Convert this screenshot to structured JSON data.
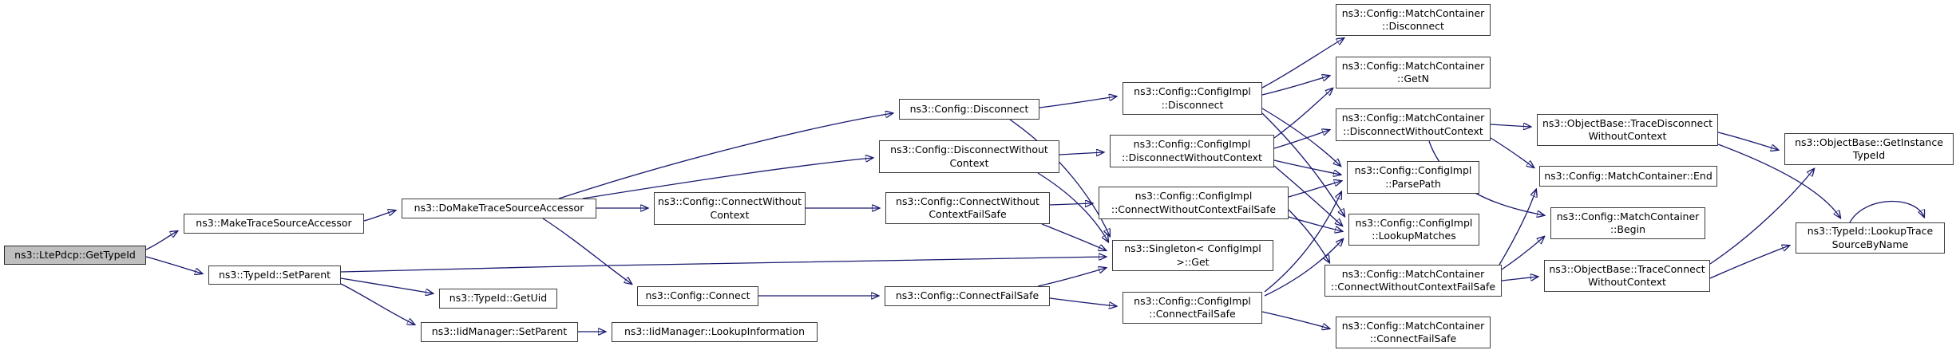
{
  "diagram": {
    "kind": "call-graph",
    "root_function": "ns3::LtePdcp::GetTypeId",
    "colors": {
      "background": "#ffffff",
      "node_fill": "#ffffff",
      "node_border": "#3d3d3d",
      "root_node_fill": "#bfbfbf",
      "edge": "#191970",
      "text": "#000000"
    },
    "nodes": [
      {
        "id": "lte-pdcp-get-type-id",
        "label": "ns3::LtePdcp::GetTypeId"
      },
      {
        "id": "make-trace-source-accessor",
        "label": "ns3::MakeTraceSourceAccessor"
      },
      {
        "id": "type-id-set-parent",
        "label": "ns3::TypeId::SetParent"
      },
      {
        "id": "do-make-trace-source-accessor",
        "label": "ns3::DoMakeTraceSourceAccessor"
      },
      {
        "id": "type-id-get-uid",
        "label": "ns3::TypeId::GetUid"
      },
      {
        "id": "iid-manager-set-parent",
        "label": "ns3::IidManager::SetParent"
      },
      {
        "id": "iid-manager-lookup-information",
        "label": "ns3::IidManager::LookupInformation"
      },
      {
        "id": "config-connect",
        "label": "ns3::Config::Connect"
      },
      {
        "id": "config-connect-without-context",
        "label": "ns3::Config::ConnectWithout\nContext"
      },
      {
        "id": "config-disconnect",
        "label": "ns3::Config::Disconnect"
      },
      {
        "id": "config-disconnect-without-context",
        "label": "ns3::Config::DisconnectWithout\nContext"
      },
      {
        "id": "config-connect-without-context-fail-safe",
        "label": "ns3::Config::ConnectWithout\nContextFailSafe"
      },
      {
        "id": "config-connect-fail-safe",
        "label": "ns3::Config::ConnectFailSafe"
      },
      {
        "id": "singleton-config-impl-get",
        "label": "ns3::Singleton< ConfigImpl\n>::Get"
      },
      {
        "id": "config-impl-disconnect",
        "label": "ns3::Config::ConfigImpl\n::Disconnect"
      },
      {
        "id": "config-impl-disconnect-without-context",
        "label": "ns3::Config::ConfigImpl\n::DisconnectWithoutContext"
      },
      {
        "id": "config-impl-connect-without-context-fail-safe",
        "label": "ns3::Config::ConfigImpl\n::ConnectWithoutContextFailSafe"
      },
      {
        "id": "config-impl-connect-fail-safe",
        "label": "ns3::Config::ConfigImpl\n::ConnectFailSafe"
      },
      {
        "id": "match-container-disconnect",
        "label": "ns3::Config::MatchContainer\n::Disconnect"
      },
      {
        "id": "match-container-get-n",
        "label": "ns3::Config::MatchContainer\n::GetN"
      },
      {
        "id": "match-container-disconnect-without-context",
        "label": "ns3::Config::MatchContainer\n::DisconnectWithoutContext"
      },
      {
        "id": "config-impl-parse-path",
        "label": "ns3::Config::ConfigImpl\n::ParsePath"
      },
      {
        "id": "config-impl-lookup-matches",
        "label": "ns3::Config::ConfigImpl\n::LookupMatches"
      },
      {
        "id": "match-container-connect-without-context-fail-safe",
        "label": "ns3::Config::MatchContainer\n::ConnectWithoutContextFailSafe"
      },
      {
        "id": "match-container-connect-fail-safe",
        "label": "ns3::Config::MatchContainer\n::ConnectFailSafe"
      },
      {
        "id": "object-base-trace-disconnect-without-context",
        "label": "ns3::ObjectBase::TraceDisconnect\nWithoutContext"
      },
      {
        "id": "match-container-end",
        "label": "ns3::Config::MatchContainer::End"
      },
      {
        "id": "match-container-begin",
        "label": "ns3::Config::MatchContainer\n::Begin"
      },
      {
        "id": "object-base-trace-connect-without-context",
        "label": "ns3::ObjectBase::TraceConnect\nWithoutContext"
      },
      {
        "id": "object-base-get-instance-type-id",
        "label": "ns3::ObjectBase::GetInstance\nTypeId"
      },
      {
        "id": "type-id-lookup-trace-source-by-name",
        "label": "ns3::TypeId::LookupTrace\nSourceByName"
      }
    ],
    "edges": [
      {
        "from": "lte-pdcp-get-type-id",
        "to": "make-trace-source-accessor"
      },
      {
        "from": "lte-pdcp-get-type-id",
        "to": "type-id-set-parent"
      },
      {
        "from": "make-trace-source-accessor",
        "to": "do-make-trace-source-accessor"
      },
      {
        "from": "do-make-trace-source-accessor",
        "to": "config-disconnect"
      },
      {
        "from": "do-make-trace-source-accessor",
        "to": "config-disconnect-without-context"
      },
      {
        "from": "do-make-trace-source-accessor",
        "to": "config-connect-without-context"
      },
      {
        "from": "do-make-trace-source-accessor",
        "to": "config-connect"
      },
      {
        "from": "config-connect-without-context",
        "to": "config-connect-without-context-fail-safe"
      },
      {
        "from": "config-connect",
        "to": "config-connect-fail-safe"
      },
      {
        "from": "config-disconnect",
        "to": "config-impl-disconnect"
      },
      {
        "from": "config-disconnect",
        "to": "singleton-config-impl-get"
      },
      {
        "from": "config-disconnect-without-context",
        "to": "config-impl-disconnect-without-context"
      },
      {
        "from": "config-disconnect-without-context",
        "to": "singleton-config-impl-get"
      },
      {
        "from": "config-connect-without-context-fail-safe",
        "to": "config-impl-connect-without-context-fail-safe"
      },
      {
        "from": "config-connect-without-context-fail-safe",
        "to": "singleton-config-impl-get"
      },
      {
        "from": "config-connect-fail-safe",
        "to": "config-impl-connect-fail-safe"
      },
      {
        "from": "config-connect-fail-safe",
        "to": "singleton-config-impl-get"
      },
      {
        "from": "type-id-set-parent",
        "to": "singleton-config-impl-get"
      },
      {
        "from": "type-id-set-parent",
        "to": "type-id-get-uid"
      },
      {
        "from": "type-id-set-parent",
        "to": "iid-manager-set-parent"
      },
      {
        "from": "iid-manager-set-parent",
        "to": "iid-manager-lookup-information"
      },
      {
        "from": "config-impl-disconnect",
        "to": "match-container-disconnect"
      },
      {
        "from": "config-impl-disconnect",
        "to": "match-container-get-n"
      },
      {
        "from": "config-impl-disconnect",
        "to": "config-impl-parse-path"
      },
      {
        "from": "config-impl-disconnect",
        "to": "config-impl-lookup-matches"
      },
      {
        "from": "config-impl-disconnect-without-context",
        "to": "match-container-disconnect-without-context"
      },
      {
        "from": "config-impl-disconnect-without-context",
        "to": "match-container-get-n"
      },
      {
        "from": "config-impl-disconnect-without-context",
        "to": "config-impl-parse-path"
      },
      {
        "from": "config-impl-disconnect-without-context",
        "to": "config-impl-lookup-matches"
      },
      {
        "from": "config-impl-connect-without-context-fail-safe",
        "to": "match-container-connect-without-context-fail-safe"
      },
      {
        "from": "config-impl-connect-without-context-fail-safe",
        "to": "config-impl-parse-path"
      },
      {
        "from": "config-impl-connect-without-context-fail-safe",
        "to": "config-impl-lookup-matches"
      },
      {
        "from": "config-impl-connect-fail-safe",
        "to": "match-container-connect-fail-safe"
      },
      {
        "from": "config-impl-connect-fail-safe",
        "to": "config-impl-parse-path"
      },
      {
        "from": "config-impl-connect-fail-safe",
        "to": "config-impl-lookup-matches"
      },
      {
        "from": "match-container-disconnect-without-context",
        "to": "object-base-trace-disconnect-without-context"
      },
      {
        "from": "match-container-disconnect-without-context",
        "to": "match-container-end"
      },
      {
        "from": "match-container-disconnect-without-context",
        "to": "match-container-begin"
      },
      {
        "from": "match-container-connect-without-context-fail-safe",
        "to": "match-container-begin"
      },
      {
        "from": "match-container-connect-without-context-fail-safe",
        "to": "match-container-end"
      },
      {
        "from": "match-container-connect-without-context-fail-safe",
        "to": "object-base-trace-connect-without-context"
      },
      {
        "from": "object-base-trace-disconnect-without-context",
        "to": "object-base-get-instance-type-id"
      },
      {
        "from": "object-base-trace-disconnect-without-context",
        "to": "type-id-lookup-trace-source-by-name"
      },
      {
        "from": "object-base-trace-connect-without-context",
        "to": "object-base-get-instance-type-id"
      },
      {
        "from": "object-base-trace-connect-without-context",
        "to": "type-id-lookup-trace-source-by-name"
      },
      {
        "from": "type-id-lookup-trace-source-by-name",
        "to": "type-id-lookup-trace-source-by-name"
      }
    ]
  }
}
